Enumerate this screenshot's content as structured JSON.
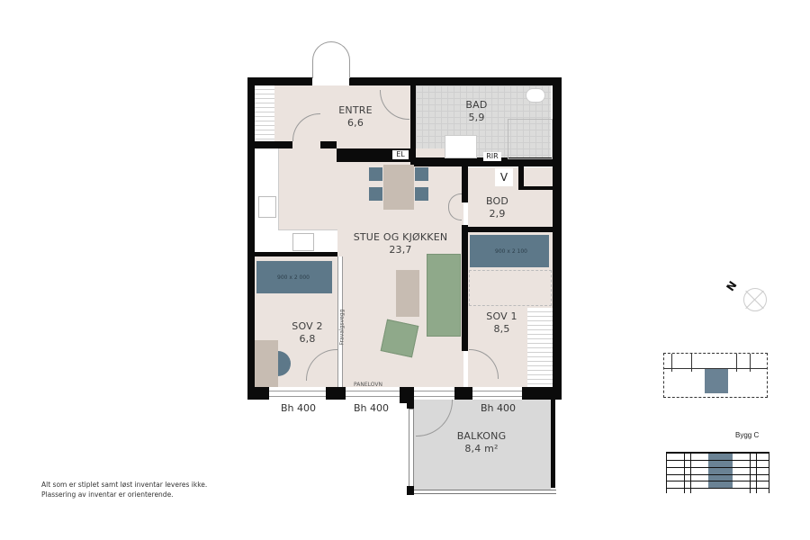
{
  "plan": {
    "rooms": [
      {
        "id": "entre",
        "name": "ENTRE",
        "area": "6,6"
      },
      {
        "id": "bad",
        "name": "BAD",
        "area": "5,9"
      },
      {
        "id": "bod",
        "name": "BOD",
        "area": "2,9"
      },
      {
        "id": "stue",
        "name": "STUE OG KJØKKEN",
        "area": "23,7"
      },
      {
        "id": "sov2",
        "name": "SOV 2",
        "area": "6,8"
      },
      {
        "id": "sov1",
        "name": "SOV 1",
        "area": "8,5"
      },
      {
        "id": "balkong",
        "name": "BALKONG",
        "area": "8,4 m²"
      }
    ],
    "tags": {
      "el": "EL",
      "rir": "RIR",
      "v": "V"
    },
    "beds": {
      "sov2": "900 x 2 000",
      "sov1": "900 x 2 100"
    },
    "wall_labels": {
      "fravalgsvegg": "Fravalgsvegg",
      "panelovn": "PANELOVN"
    },
    "window_heights": [
      "Bh 400",
      "Bh 400",
      "Bh 400"
    ]
  },
  "note": {
    "line1": "Alt som er stiplet samt løst inventar leveres ikke.",
    "line2": "Plassering av inventar er orienterende."
  },
  "compass": {
    "label": "N"
  },
  "keyplan": {
    "building": "Bygg C"
  },
  "colors": {
    "wall": "#0b0b0b",
    "floor": "#ebe3de",
    "bathroom": "#dcdcdb",
    "balcony": "#d9d9d9",
    "bed": "#5d7889",
    "sofa": "#8fa98a",
    "table": "#c7bcb2"
  }
}
